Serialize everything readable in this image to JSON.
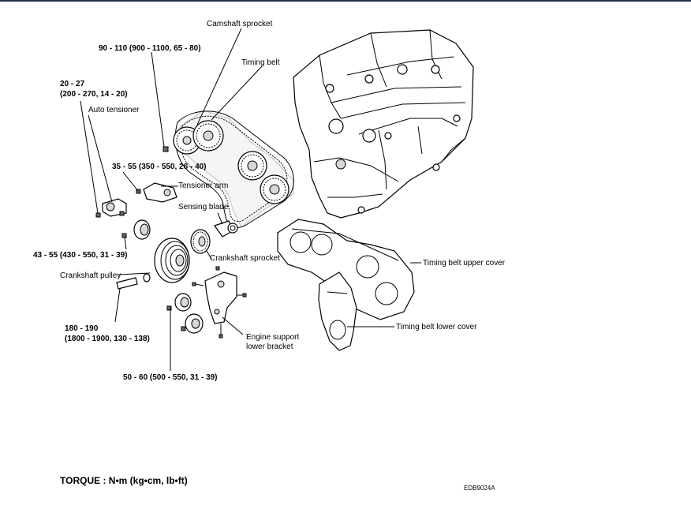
{
  "labels": {
    "camshaft_sprocket": "Camshaft sprocket",
    "cam_torque": "90 - 110 (900 - 1100, 65 - 80)",
    "timing_belt": "Timing belt",
    "auto_tensioner_torque_1": "20 - 27",
    "auto_tensioner_torque_2": "(200 - 270, 14 - 20)",
    "auto_tensioner": "Auto tensioner",
    "tensioner_arm_torque": "35 - 55 (350 - 550, 26 - 40)",
    "tensioner_arm": "Tensioner arm",
    "sensing_blade": "Sensing blade",
    "idler_torque": "43 - 55 (430 - 550, 31 - 39)",
    "crankshaft_sprocket": "Crankshaft sprocket",
    "crankshaft_pulley": "Crankshaft pulley",
    "upper_cover": "Timing belt upper cover",
    "pulley_bolt_torque_1": "180 - 190",
    "pulley_bolt_torque_2": "(1800 - 1900, 130 - 138)",
    "lower_cover": "Timing belt lower cover",
    "engine_support_1": "Engine support",
    "engine_support_2": "lower bracket",
    "bracket_torque": "50 - 60 (500 - 550, 31 - 39)"
  },
  "legend": "TORQUE : N•m (kg•cm, lb•ft)",
  "figure_code": "EDB9024A",
  "colors": {
    "top_rule": "#1f2d55",
    "ink": "#000000"
  }
}
